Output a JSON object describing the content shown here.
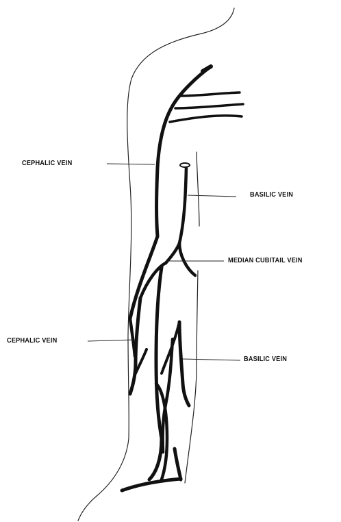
{
  "labels": {
    "cephalic_upper": "CEPHALIC VEIN",
    "basilic_upper": "BASILIC VEIN",
    "median_cubital": "MEDIAN CUBITAIL VEIN",
    "cephalic_lower": "CEPHALIC VEIN",
    "basilic_lower": "BASILIC VEIN"
  },
  "colors": {
    "ink": "#111111",
    "outline": "#222222",
    "background": "#ffffff"
  }
}
